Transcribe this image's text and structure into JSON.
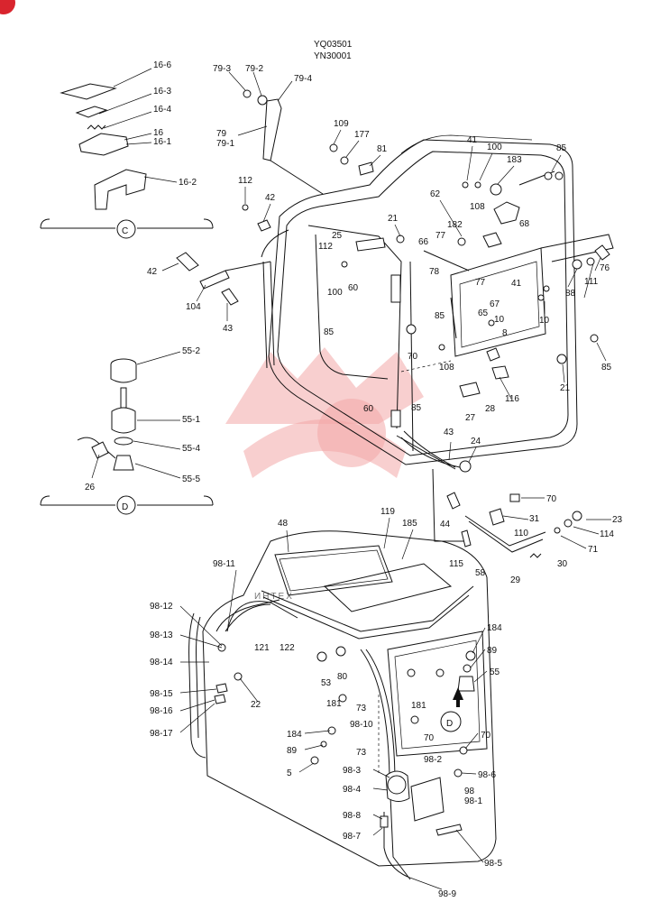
{
  "header": {
    "codes": [
      "YQ03501",
      "YN30001"
    ]
  },
  "colors": {
    "line": "#111111",
    "watermark": "#f3a7a7",
    "badge": "#d9252e"
  },
  "watermark": {
    "text": "ИНТЕХ"
  },
  "detail_markers": {
    "c": "C",
    "d_top": "D",
    "d_bottom": "D"
  },
  "callouts": {
    "top_left": [
      "16-6",
      "16-3",
      "16-4",
      "16",
      "16-1",
      "16-2"
    ],
    "wiper": [
      "79-3",
      "79-2",
      "79-4",
      "79",
      "79-1"
    ],
    "top_mid": [
      "109",
      "177",
      "81",
      "112",
      "42",
      "21",
      "25",
      "112",
      "100",
      "60",
      "85",
      "70",
      "85",
      "60"
    ],
    "top_right": [
      "41",
      "100",
      "85",
      "183",
      "62",
      "108",
      "68",
      "182",
      "66",
      "77",
      "78",
      "77",
      "67",
      "41",
      "88",
      "111",
      "76",
      "10",
      "65",
      "85",
      "10",
      "8",
      "108",
      "85",
      "116",
      "27",
      "28",
      "21",
      "85"
    ],
    "left_mid": [
      "42",
      "104",
      "43",
      "55-2",
      "55-1",
      "55-4",
      "55-5",
      "26"
    ],
    "mid_lower": [
      "43",
      "24",
      "44",
      "70",
      "31",
      "110",
      "23",
      "114",
      "71",
      "115",
      "29",
      "30"
    ],
    "bottom": [
      "48",
      "119",
      "185",
      "58",
      "98-11",
      "98-12",
      "98-13",
      "98-14",
      "121",
      "122",
      "53",
      "80",
      "22",
      "98-15",
      "98-16",
      "98-17",
      "181",
      "73",
      "98-10",
      "184",
      "89",
      "5",
      "73",
      "184",
      "89",
      "55",
      "181",
      "70",
      "70",
      "98-2",
      "98-6",
      "98-3",
      "98",
      "98-1",
      "98-4",
      "98-8",
      "98-7",
      "98-5",
      "98-9"
    ]
  }
}
